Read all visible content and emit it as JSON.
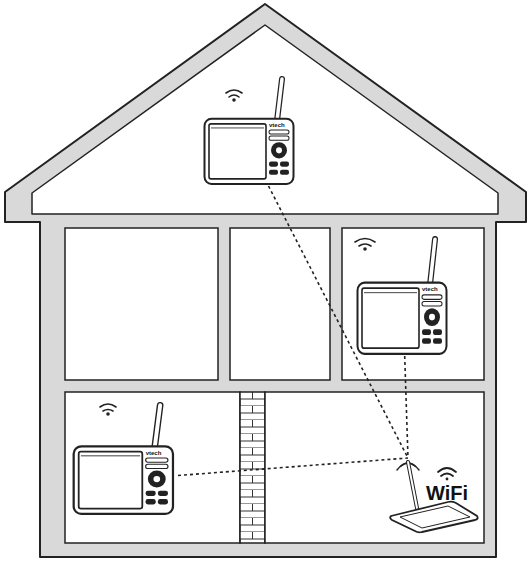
{
  "diagram": {
    "nodes": [
      {
        "text": [
          "vtech"
        ]
      },
      {
        "text": [
          "vtech"
        ]
      },
      {
        "text": [
          "vtech"
        ]
      },
      {
        "text": [
          "WiFi"
        ]
      }
    ],
    "edges": [
      {
        "from": 0,
        "to": 3,
        "arrow": "none"
      },
      {
        "from": 1,
        "to": 3,
        "arrow": "none"
      },
      {
        "from": 2,
        "to": 3,
        "arrow": "none"
      }
    ]
  }
}
